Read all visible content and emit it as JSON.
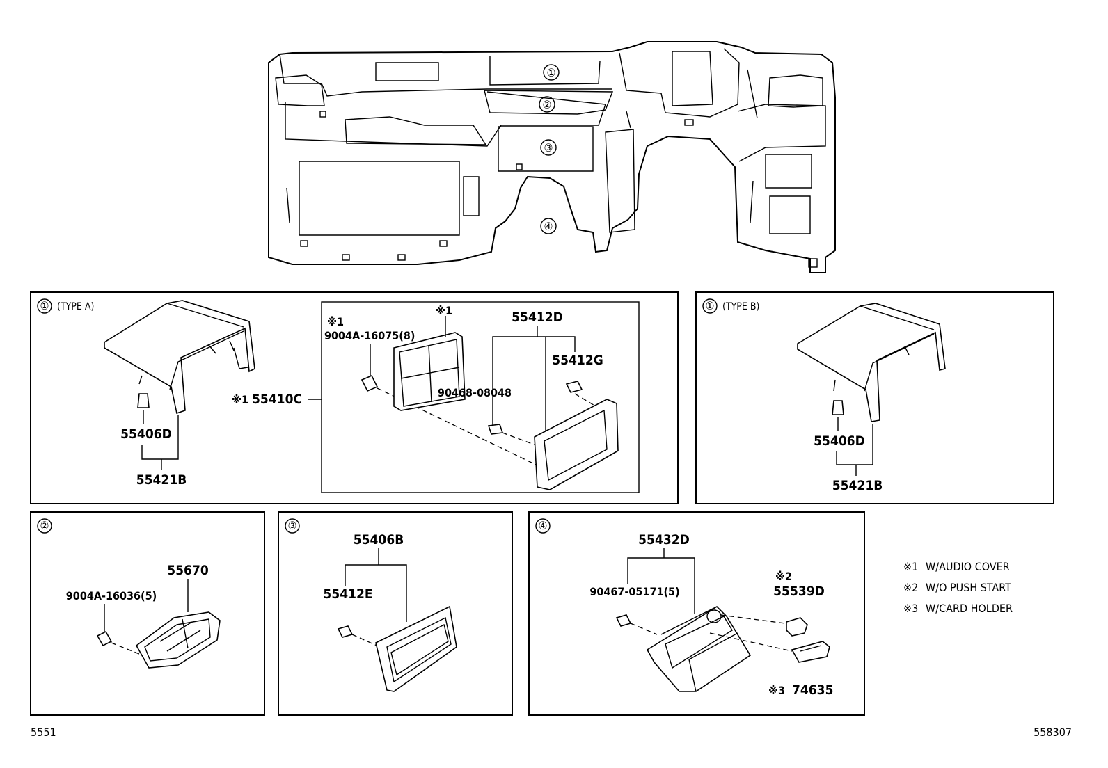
{
  "overview": {
    "region_markers": [
      "①",
      "②",
      "③",
      "④"
    ]
  },
  "panels": {
    "p1a": {
      "marker": "①",
      "type_label": "(TYPE A)",
      "parts": {
        "clip": "55406D",
        "assembly": "55421B",
        "audio_cover_mark": "※1",
        "audio_cover": "55410C",
        "screw_mark": "※1",
        "screw": "9004A-16075(8)",
        "lid_mark": "※1",
        "bracket_group": "55412D",
        "bracket": "55412G",
        "nut": "90468-08048"
      }
    },
    "p1b": {
      "marker": "①",
      "type_label": "(TYPE B)",
      "parts": {
        "clip": "55406D",
        "assembly": "55421B"
      }
    },
    "p2": {
      "marker": "②",
      "parts": {
        "vent": "55670",
        "screw": "9004A-16036(5)"
      }
    },
    "p3": {
      "marker": "③",
      "parts": {
        "panel": "55406B",
        "clip": "55412E"
      }
    },
    "p4": {
      "marker": "④",
      "parts": {
        "assembly": "55432D",
        "screw": "90467-05171(5)",
        "plug_mark": "※2",
        "plug": "55539D",
        "holder_mark": "※3",
        "holder": "74635"
      }
    }
  },
  "legend": [
    {
      "mark": "※1",
      "text": "W/AUDIO COVER"
    },
    {
      "mark": "※2",
      "text": "W/O PUSH START"
    },
    {
      "mark": "※3",
      "text": "W/CARD HOLDER"
    }
  ],
  "footer": {
    "left_code": "5551",
    "right_code": "558307"
  }
}
